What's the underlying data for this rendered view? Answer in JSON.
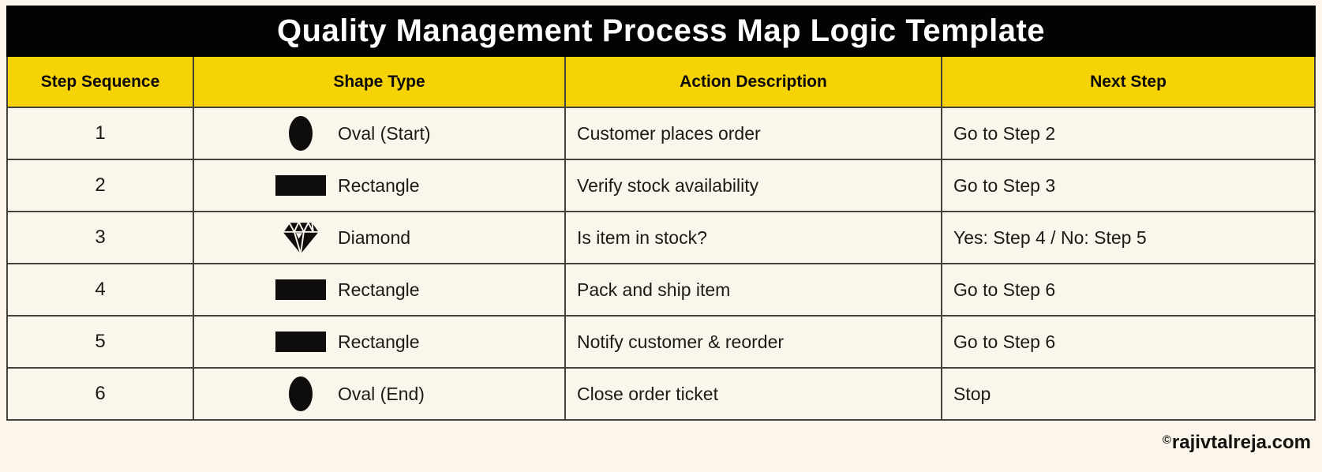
{
  "page": {
    "background_color": "#FCF5EB",
    "watermark": {
      "copyright_symbol": "©",
      "text": "rajivtalreja.com"
    }
  },
  "colors": {
    "title_bar_bg": "#030303",
    "title_text": "#FFFFFF",
    "header_bg": "#F5D306",
    "header_text": "#0B0A08",
    "cell_bg": "#FBF6EC",
    "cell_text": "#1C1A17",
    "border": "#45413B",
    "shape_fill": "#0E0D0C"
  },
  "table": {
    "title": "Quality Management Process Map Logic Template",
    "columns": [
      "Step Sequence",
      "Shape Type",
      "Action Description",
      "Next Step"
    ],
    "rows": [
      {
        "step": "1",
        "shape_icon": "oval-icon",
        "shape_label": "Oval (Start)",
        "action": "Customer places order",
        "next": "Go to Step 2"
      },
      {
        "step": "2",
        "shape_icon": "rectangle-icon",
        "shape_label": "Rectangle",
        "action": "Verify stock availability",
        "next": "Go to Step 3"
      },
      {
        "step": "3",
        "shape_icon": "diamond-icon",
        "shape_label": "Diamond",
        "action": "Is item in stock?",
        "next": "Yes: Step 4 / No: Step 5"
      },
      {
        "step": "4",
        "shape_icon": "rectangle-icon",
        "shape_label": "Rectangle",
        "action": "Pack and ship item",
        "next": "Go to Step 6"
      },
      {
        "step": "5",
        "shape_icon": "rectangle-icon",
        "shape_label": "Rectangle",
        "action": "Notify customer & reorder",
        "next": "Go to Step 6"
      },
      {
        "step": "6",
        "shape_icon": "oval-icon",
        "shape_label": "Oval (End)",
        "action": "Close order ticket",
        "next": "Stop"
      }
    ]
  }
}
